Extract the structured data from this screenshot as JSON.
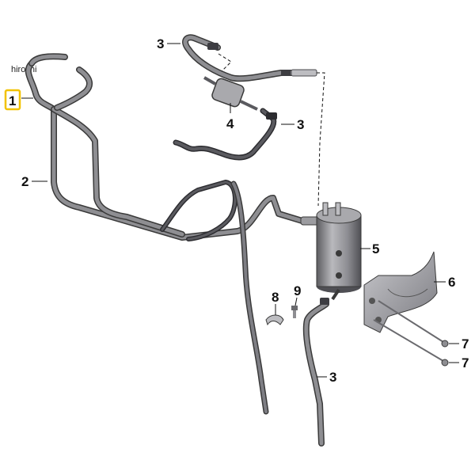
{
  "watermark": "hirochi",
  "highlight_color": "#f2c200",
  "hose_colors": {
    "outline": "#3a3a3a",
    "body": "#8e8e92",
    "dark": "#3d3d42"
  },
  "callouts": {
    "c1": "1",
    "c2": "2",
    "c3_top": "3",
    "c3_mid": "3",
    "c3_bottom": "3",
    "c4": "4",
    "c5": "5",
    "c6": "6",
    "c7_upper": "7",
    "c7_lower": "7",
    "c8": "8",
    "c9": "9"
  }
}
